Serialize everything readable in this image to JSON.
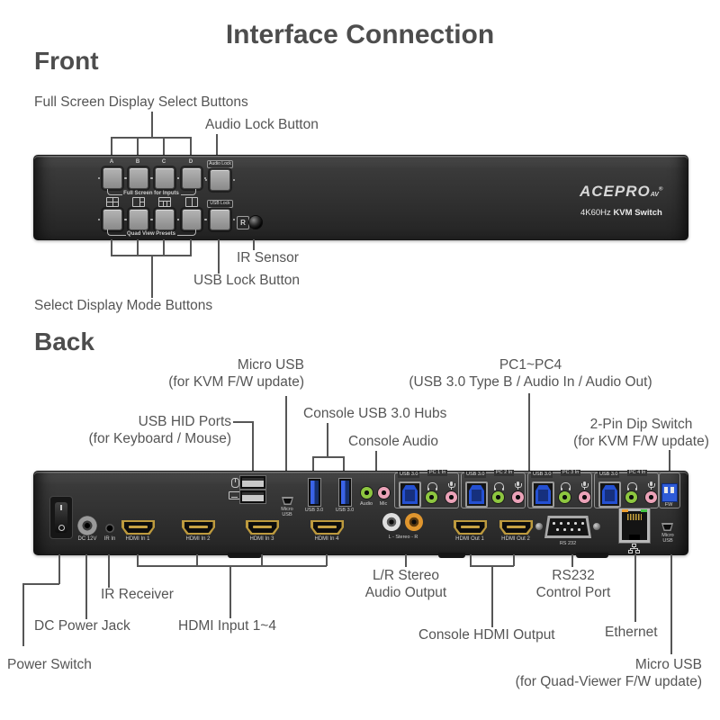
{
  "page": {
    "title": "Interface Connection"
  },
  "front": {
    "heading": "Front",
    "callouts": {
      "full_screen_buttons": "Full Screen Display Select Buttons",
      "audio_lock_button": "Audio Lock Button",
      "ir_sensor": "IR Sensor",
      "usb_lock_button": "USB Lock Button",
      "select_display_mode": "Select Display Mode Buttons"
    },
    "panel": {
      "input_buttons": [
        "A",
        "B",
        "C",
        "D"
      ],
      "row1_caption": "Full Screen for Inputs",
      "row2_caption": "Quad View Presets",
      "audio_lock_badge": "Audio Lock",
      "usb_lock_badge": "USB Lock",
      "ir_icon_letter": "R",
      "brand": "ACEPRO",
      "brand_sub": "AV",
      "brand_reg": "®",
      "model_prefix": "4K60Hz ",
      "model_name": "KVM Switch"
    }
  },
  "back": {
    "heading": "Back",
    "callouts": {
      "micro_usb_top_1": "Micro USB",
      "micro_usb_top_2": "(for KVM F/W update)",
      "usb_hid_1": "USB HID Ports",
      "usb_hid_2": "(for Keyboard / Mouse)",
      "console_hubs": "Console USB 3.0 Hubs",
      "console_audio": "Console Audio",
      "pc_line_1": "PC1~PC4",
      "pc_line_2": "(USB 3.0 Type B / Audio In / Audio Out)",
      "dip_1": "2-Pin Dip Switch",
      "dip_2": "(for KVM F/W update)",
      "power_switch": "Power Switch",
      "dc_power_jack": "DC Power Jack",
      "ir_receiver": "IR Receiver",
      "hdmi_input": "HDMI Input 1~4",
      "lr_stereo_1": "L/R Stereo",
      "lr_stereo_2": "Audio Output",
      "console_hdmi": "Console HDMI Output",
      "rs232_1": "RS232",
      "rs232_2": "Control Port",
      "ethernet": "Ethernet",
      "micro_usb_bottom_1": "Micro USB",
      "micro_usb_bottom_2": "(for Quad-Viewer F/W update)"
    },
    "panel": {
      "dc": "DC 12V",
      "ir": "IR In",
      "hdmi_in": [
        "HDMI In 1",
        "HDMI In 2",
        "HDMI In 3",
        "HDMI In 4"
      ],
      "micro_usb_line1": "Micro",
      "micro_usb_line2": "USB",
      "usb30": "USB 3.0",
      "audio": "Audio",
      "mic": "Mic",
      "pc_groups": [
        {
          "usb": "USB 3.0",
          "label": "PC 1 In"
        },
        {
          "usb": "USB 3.0",
          "label": "PC 2 In"
        },
        {
          "usb": "USB 3.0",
          "label": "PC 3 In"
        },
        {
          "usb": "USB 3.0",
          "label": "PC 4 In"
        }
      ],
      "fw": "FW",
      "stereo": "L - Stereo - R",
      "hdmi_out": [
        "HDMI Out 1",
        "HDMI Out 2"
      ],
      "rs232": "RS 232"
    }
  },
  "colors": {
    "label_text": "#555555",
    "panel_bg": "#323232",
    "hdmi_gold": "#bd9a3e",
    "usb_blue": "#2450d2",
    "audio_green": "#8dc63f",
    "mic_pink": "#eba2b8",
    "rca_orange": "#e0962e",
    "led_orange": "#f0a030",
    "led_green": "#46c845"
  }
}
